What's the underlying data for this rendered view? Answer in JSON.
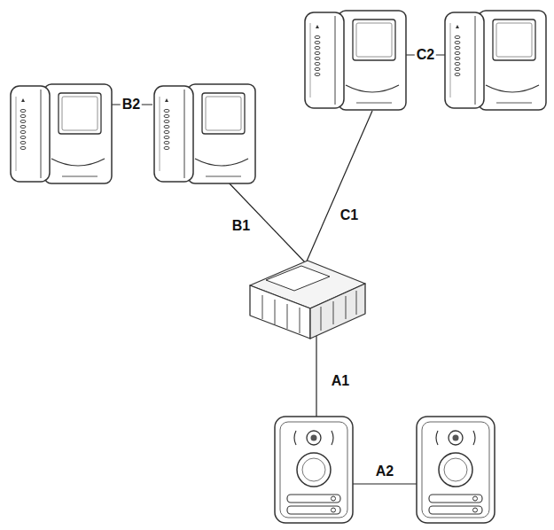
{
  "diagram": {
    "labels": [
      "C2",
      "B2",
      "C1",
      "B1",
      "A1",
      "A2"
    ]
  }
}
